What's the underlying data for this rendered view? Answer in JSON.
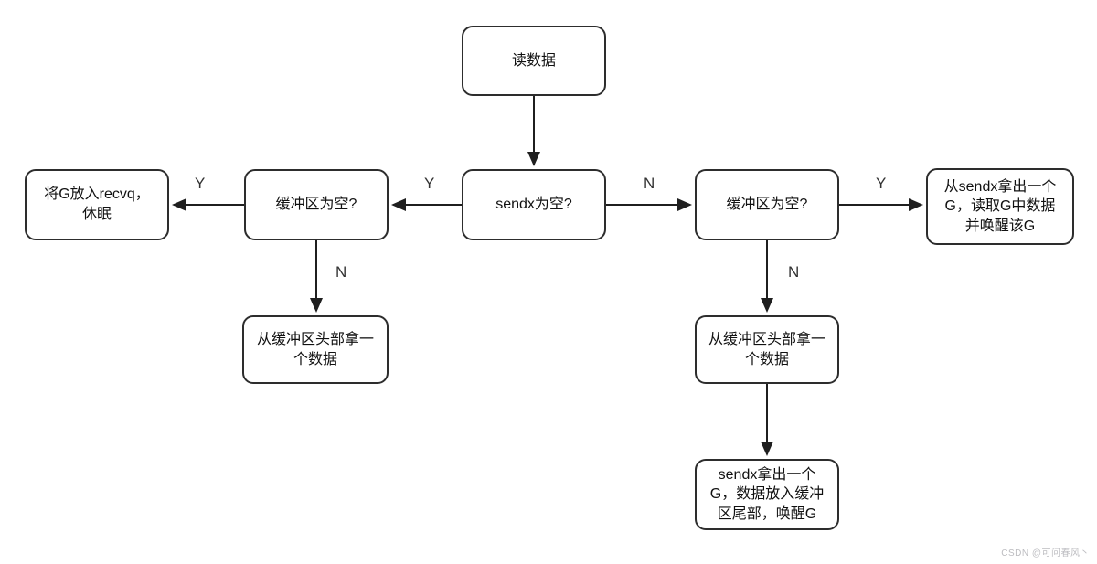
{
  "nodes": {
    "read": {
      "text": "读数据"
    },
    "recvq": {
      "text": "将G放入recvq，\n休眠"
    },
    "buf_empty_left": {
      "text": "缓冲区为空?"
    },
    "sendx_empty": {
      "text": "sendx为空?"
    },
    "buf_empty_right": {
      "text": "缓冲区为空?"
    },
    "take_from_sendx": {
      "text": "从sendx拿出一个\nG，读取G中数据\n并唤醒该G"
    },
    "take_head_left": {
      "text": "从缓冲区头部拿一\n个数据"
    },
    "take_head_right": {
      "text": "从缓冲区头部拿一\n个数据"
    },
    "sendx_to_buffer": {
      "text": "sendx拿出一个\nG，数据放入缓冲\n区尾部，唤醒G"
    }
  },
  "edge_labels": {
    "recvq_yes": "Y",
    "left_yes": "Y",
    "right_no": "N",
    "far_right_yes": "Y",
    "left_down_no": "N",
    "right_down_no": "N"
  },
  "watermark": "CSDN @可问春风丶",
  "colors": {
    "line": "#1f1f1f",
    "border": "#2d2d2d",
    "text": "#111111",
    "label": "#333333",
    "watermark": "#bcbcc0",
    "background": "#ffffff"
  }
}
